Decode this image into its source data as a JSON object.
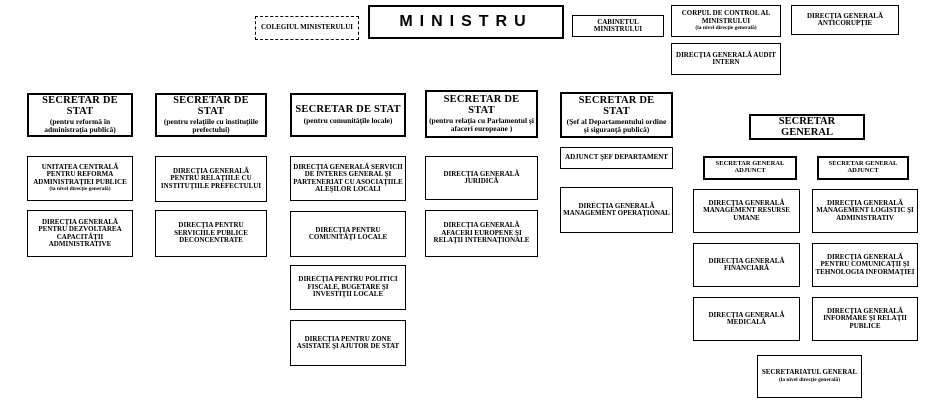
{
  "top": {
    "colegiul": "Colegiul ministerului",
    "ministru": "MINISTRU",
    "cabinetul": "Cabinetul ministrului",
    "corpul": "Corpul de control al ministrului",
    "corpul_sub": "(la nivel direcţie generală)",
    "anticoruptie": "Direcţia generală anticorupţie",
    "audit": "Direcţia generală audit intern"
  },
  "secretaries": [
    {
      "title": "SECRETAR DE STAT",
      "subtitle": "(pentru reformă în administraţia publică)",
      "units": [
        {
          "label": "Unitatea centrală pentru reforma administraţiei publice",
          "sub": "(la nivel direcţie generală)"
        },
        {
          "label": "Direcţia generală pentru dezvoltarea capacităţii administrative"
        }
      ]
    },
    {
      "title": "SECRETAR DE STAT",
      "subtitle": "(pentru relaţiile cu instituţiile prefectului)",
      "units": [
        {
          "label": "Direcţia generală pentru relaţiile cu instituţiile prefectului"
        },
        {
          "label": "Direcţia pentru serviciile publice deconcentrate"
        }
      ]
    },
    {
      "title": "SECRETAR DE STAT",
      "subtitle": "(pentru comunităţile locale)",
      "units": [
        {
          "label": "Direcţia generală servicii de interes general şi parteneriat cu asociaţiile aleşilor locali"
        },
        {
          "label": "Direcţia pentru comunităţi locale"
        },
        {
          "label": "Direcţia pentru politici fiscale, bugetare şi investiţii locale"
        },
        {
          "label": "Direcţia pentru zone asistate şi ajutor de stat"
        }
      ]
    },
    {
      "title": "SECRETAR DE STAT",
      "subtitle": "(pentru relaţia cu Parlamentul şi afaceri europeane )",
      "units": [
        {
          "label": "Direcţia generală juridică"
        },
        {
          "label": "Direcţia generală afaceri europene şi relaţii internaţionale"
        }
      ]
    },
    {
      "title": "SECRETAR DE STAT",
      "subtitle": "(Şef al Departamentului ordine şi siguranţă publică)",
      "units": [
        {
          "label": "Adjunct şef departament"
        },
        {
          "label": "Direcţia generală management operaţional"
        }
      ]
    }
  ],
  "general": {
    "title": "SECRETAR GENERAL",
    "adjunct_left": "Secretar general adjunct",
    "adjunct_right": "Secretar general adjunct",
    "left_units": [
      "Direcţia generală management resurse umane",
      "Direcţia generală financiară",
      "Direcţia generală medicală"
    ],
    "right_units": [
      "Direcţia generală management logistic şi administrativ",
      "Direcţia generală pentru comunicaţii şi tehnologia informaţiei",
      "Direcţia generală informare şi relaţii publice"
    ],
    "secretariat": "Secretariatul general",
    "secretariat_sub": "(la nivel direcţie generală)"
  }
}
